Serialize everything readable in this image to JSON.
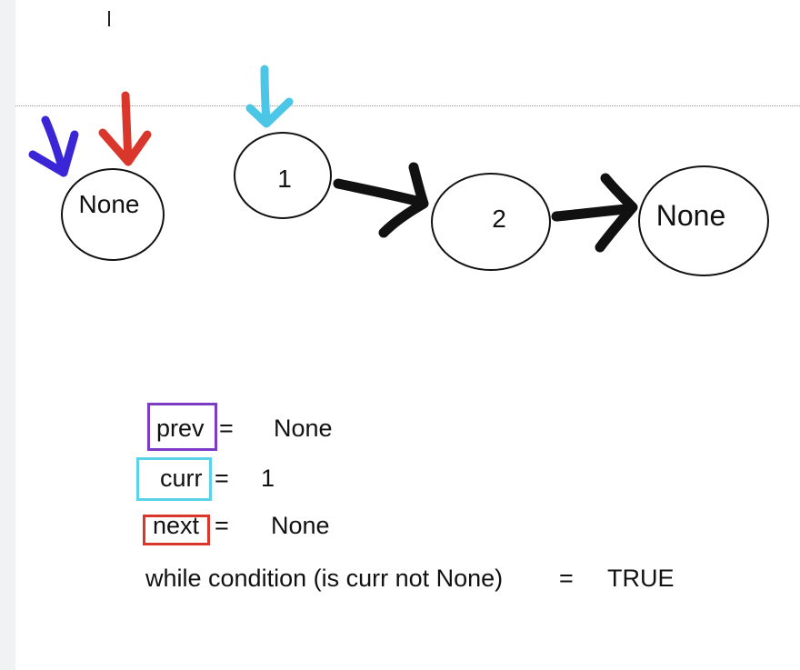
{
  "colors": {
    "prev": "#7d3cc4",
    "curr": "#5ad3e8",
    "next": "#d9372b",
    "blue_arrow": "#3a26d6",
    "red_arrow": "#d9372b",
    "cyan_arrow": "#4cc6e6",
    "ink": "#111111"
  },
  "nodes": {
    "none_left": "None",
    "n1": "1",
    "n2": "2",
    "none_right": "None"
  },
  "vars": {
    "prev": {
      "label": "prev",
      "eq": "=",
      "value": "None"
    },
    "curr": {
      "label": "curr",
      "eq": "=",
      "value": "1"
    },
    "next": {
      "label": "next",
      "eq": "=",
      "value": "None"
    }
  },
  "condition": {
    "label": "while condition (is curr not None)",
    "eq": "=",
    "value": "TRUE"
  }
}
